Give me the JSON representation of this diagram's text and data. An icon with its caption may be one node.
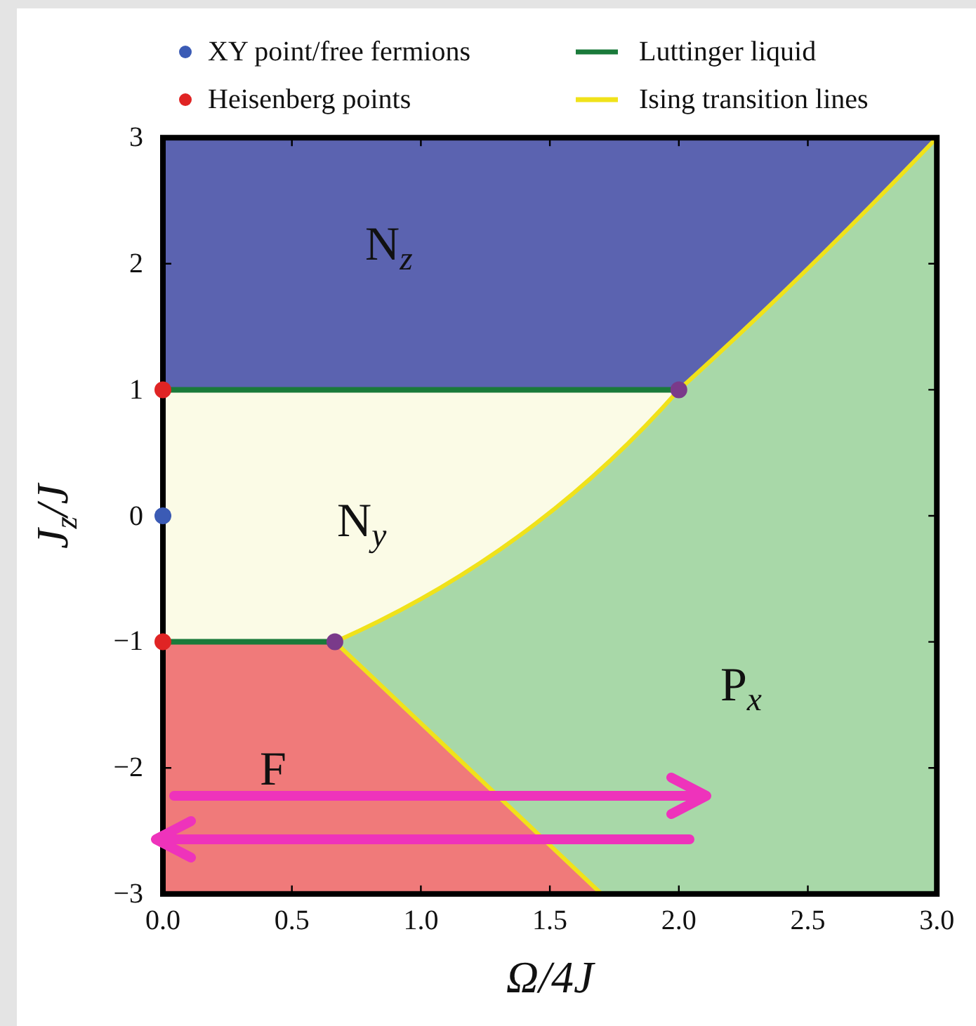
{
  "diagram": {
    "labels": [
      "N$_{z}$",
      "N$_{y}$",
      "P$_{x}$",
      "F",
      "3",
      "2",
      "1",
      "0",
      "−1",
      "−2",
      "−3",
      "0.0",
      "0.5",
      "1.0",
      "1.5",
      "2.0",
      "2.5",
      "3.0",
      "J$_{z}$/J",
      "Ω/4J"
    ],
    "legend": [
      {
        "text": "XY point/free fermions",
        "color": "#3b5bb5"
      },
      {
        "text": "Heisenberg points",
        "color": "#e02424"
      },
      {
        "text": "Luttinger liquid",
        "color": "#1a7a3a"
      },
      {
        "text": "Ising transition lines",
        "color": "#f0e21a"
      }
    ]
  }
}
